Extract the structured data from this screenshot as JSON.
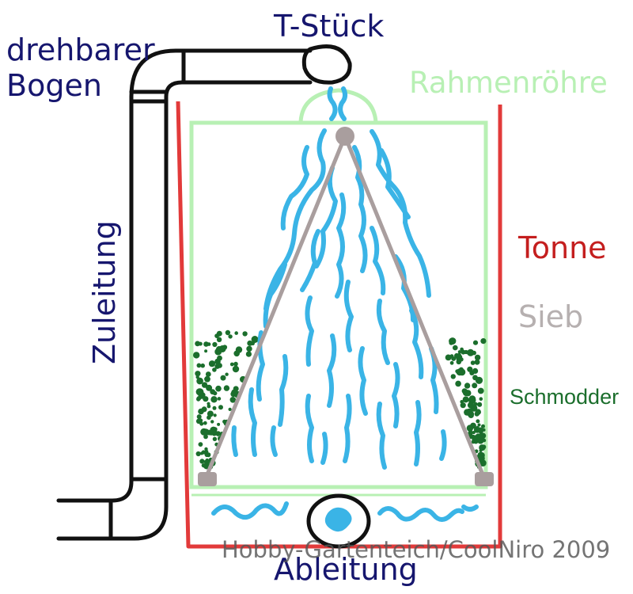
{
  "labels": {
    "t_stueck": "T-Stück",
    "bogen_line1": "drehbarer",
    "bogen_line2": "Bogen",
    "rahmenroehre": "Rahmenröhre",
    "tonne": "Tonne",
    "sieb": "Sieb",
    "schmodder": "Schmodder",
    "zuleitung": "Zuleitung",
    "ableitung": "Ableitung"
  },
  "credit": "Hobby-Gartenteich/CoolNiro 2009",
  "colors": {
    "label_navy": "#16166e",
    "rahmen": "#b8f0b4",
    "tonne": "#e23a3a",
    "sieb": "#a99e9e",
    "schmodder": "#1b6e2c",
    "water": "#3ab4e6",
    "pipe": "#111111"
  }
}
